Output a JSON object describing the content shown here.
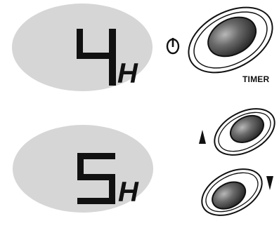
{
  "displays": [
    {
      "digit": "4",
      "unit": "H"
    },
    {
      "digit": "5",
      "unit": "H"
    }
  ],
  "timer_button": {
    "label": "TIMER"
  },
  "icons": {
    "power": "power-icon",
    "up": "triangle-up-icon",
    "down": "triangle-down-icon"
  },
  "colors": {
    "display_background": "#d6d6d6",
    "segment": "#111111",
    "button_fill": "#5a5a5a"
  }
}
